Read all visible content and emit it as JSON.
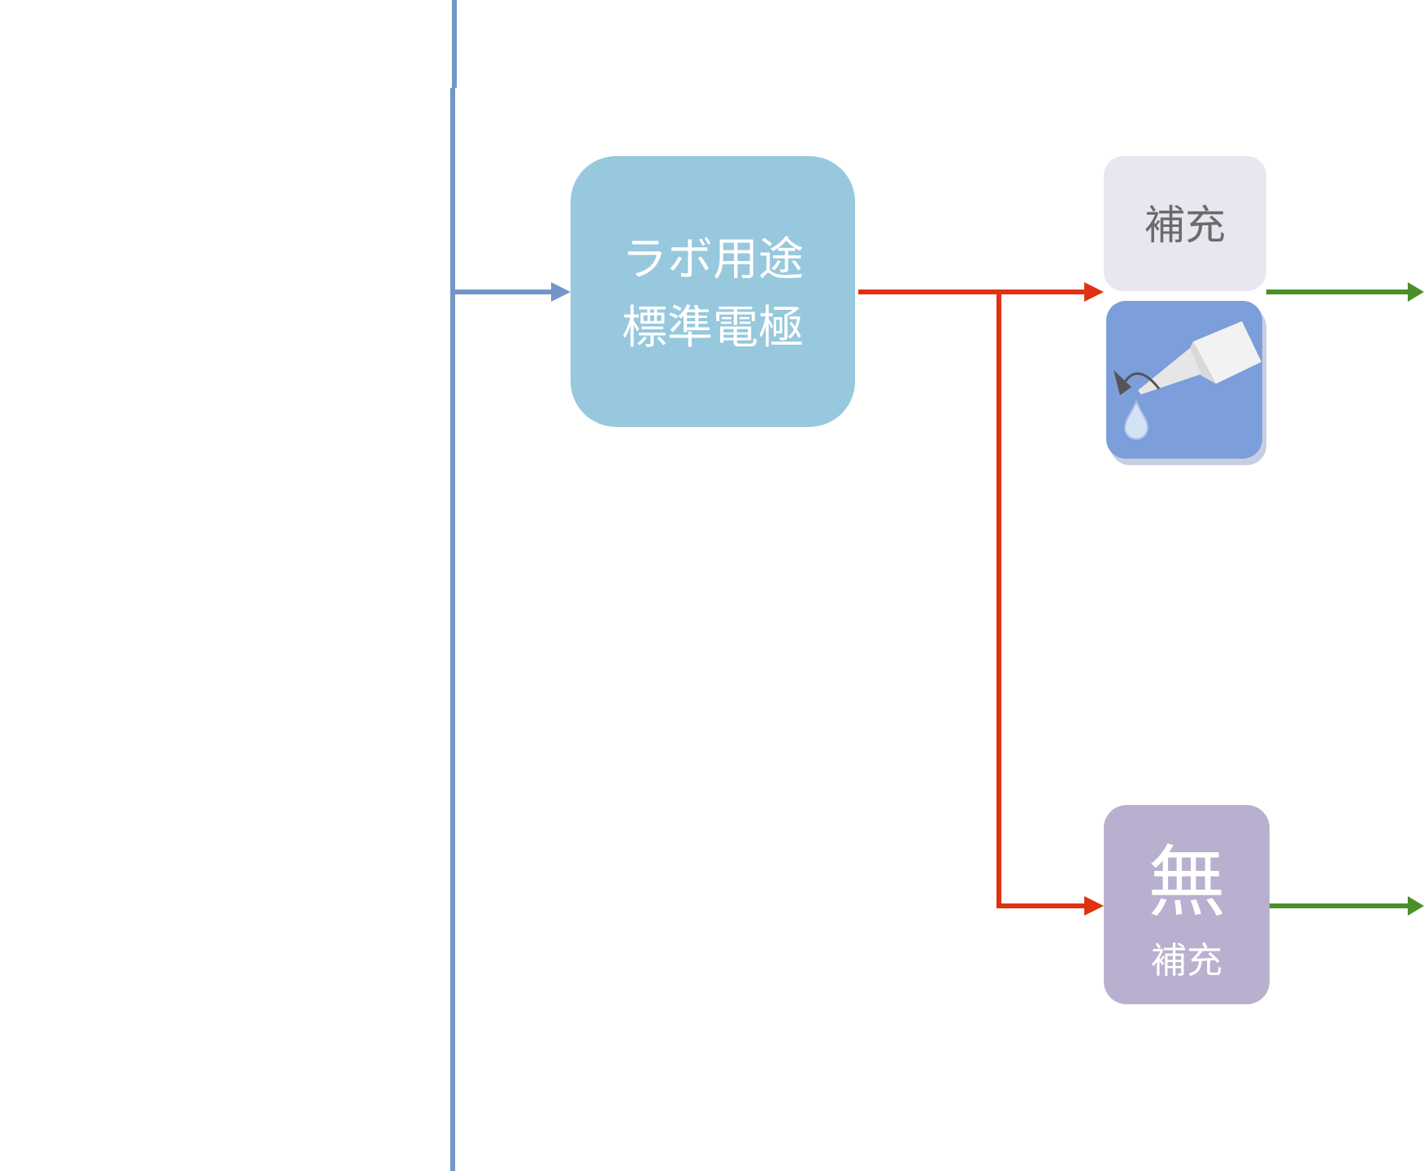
{
  "nodes": {
    "lab_electrode": {
      "line1": "ラボ用途",
      "line2": "標準電極"
    },
    "refill": {
      "label": "補充"
    },
    "no_refill": {
      "big": "無",
      "small": "補充"
    }
  },
  "icons": {
    "refill_bottle": "dropper-bottle-icon"
  },
  "colors": {
    "trunk": "#7396c8",
    "lab_box": "#97c8de",
    "refill_box": "#e8e6ef",
    "refill_text": "#6b6b6b",
    "icon_bg": "#7c9edb",
    "no_refill_box": "#b9b0cf",
    "red_arrow": "#e03212",
    "green_arrow": "#4a8f2a"
  }
}
